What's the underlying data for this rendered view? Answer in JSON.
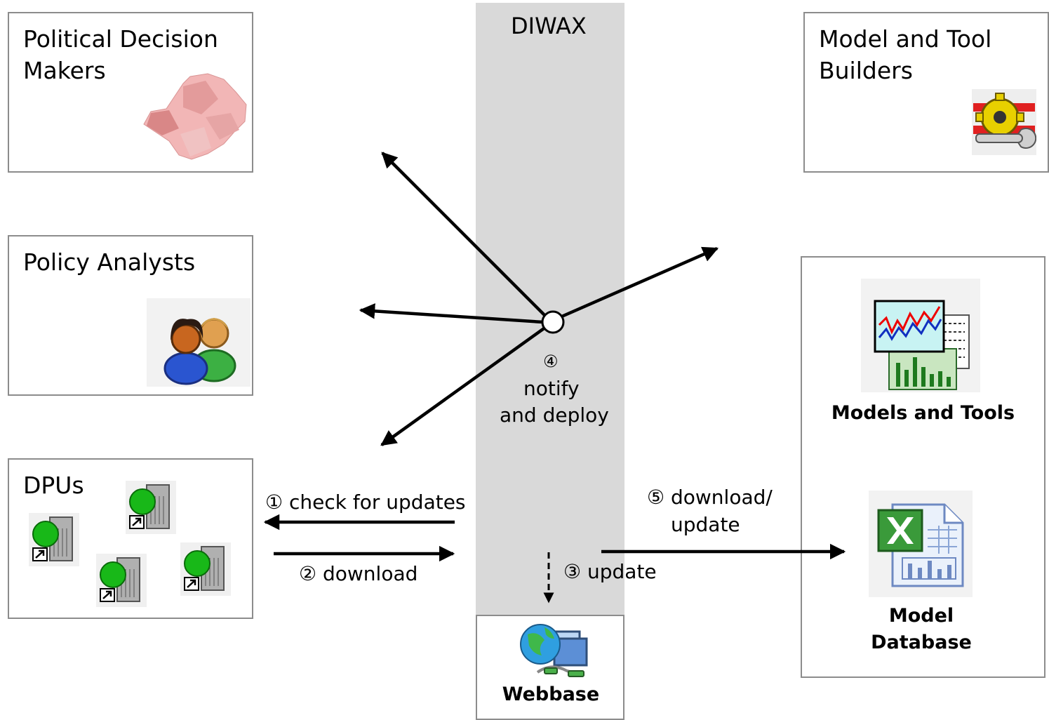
{
  "diwax_label": "DIWAX",
  "boxes": {
    "political": "Political Decision Makers",
    "builders": "Model and Tool Builders",
    "analysts": "Policy Analysts",
    "dpus": "DPUs"
  },
  "repository": {
    "models_tools": "Models and Tools",
    "model_database": "Model Database"
  },
  "webbase": "Webbase",
  "steps": {
    "check": "① check for updates",
    "download": "② download",
    "update": "③ update",
    "notify_num": "④",
    "notify_line1": "notify",
    "notify_line2": "and deploy",
    "download_update_line1": "⑤ download/",
    "download_update_line2": "update"
  },
  "icons": [
    "lesotho-map-icon",
    "gear-wrench-icon",
    "users-icon",
    "dpu-computer-icon",
    "chart-icon",
    "excel-file-icon",
    "globe-network-icon"
  ]
}
